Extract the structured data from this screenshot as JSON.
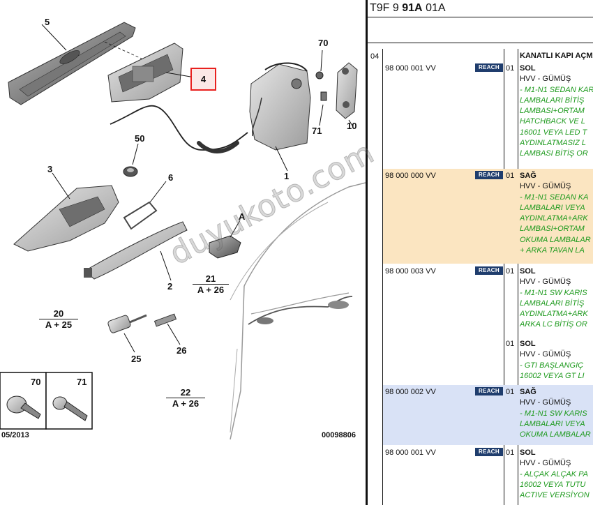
{
  "diagram": {
    "callouts": [
      "5",
      "4",
      "70",
      "10",
      "71",
      "1",
      "50",
      "3",
      "6",
      "A",
      "2",
      "25",
      "26"
    ],
    "groups": [
      {
        "top": "21",
        "bot": "A + 26"
      },
      {
        "top": "20",
        "bot": "A + 25"
      },
      {
        "top": "22",
        "bot": "A + 26"
      }
    ],
    "screws": [
      "70",
      "71"
    ],
    "date": "05/2013",
    "drawing_no": "00098806",
    "watermark": "duyukoto.com"
  },
  "panel": {
    "header_pre": "T9F 9",
    "header_bold": "91A",
    "header_post": "01A",
    "level": "04",
    "title": "KANATLI KAPI AÇMA",
    "rows": [
      {
        "part_no": "98 000 001 VV",
        "badge": "REACH",
        "qty": "01",
        "side": "SOL",
        "color": "HVV - GÜMÜŞ",
        "notes": [
          "- M1-N1 SEDAN KAR",
          "LAMBALARI BİTİŞ",
          "LAMBASI+ORTAM",
          "HATCHBACK VE L",
          "16001 VEYA LED T",
          "AYDINLATMASIZ L",
          "LAMBASI BİTİŞ OR"
        ]
      },
      {
        "part_no": "98 000 000 VV",
        "badge": "REACH",
        "qty": "01",
        "side": "SAĞ",
        "color": "HVV - GÜMÜŞ",
        "notes": [
          "- M1-N1 SEDAN KA",
          "LAMBALARI VEYA",
          "AYDINLATMA+ARK",
          "LAMBASI+ORTAM",
          "OKUMA LAMBALAR",
          "+ ARKA TAVAN LA"
        ]
      },
      {
        "part_no": "98 000 003 VV",
        "badge": "REACH",
        "qty": "01",
        "side": "SOL",
        "color": "HVV - GÜMÜŞ",
        "notes": [
          "- M1-N1 SW KARIS",
          "LAMBALARI BİTİŞ",
          "AYDINLATMA+ARK",
          "ARKA LC BİTİŞ OR"
        ]
      },
      {
        "part_no": "",
        "badge": "",
        "qty": "01",
        "side": "SOL",
        "color": "HVV - GÜMÜŞ",
        "notes": [
          "- GTI BAŞLANGIÇ",
          "16002 VEYA GT LI"
        ]
      },
      {
        "part_no": "98 000 002 VV",
        "badge": "REACH",
        "qty": "01",
        "side": "SAĞ",
        "color": "HVV - GÜMÜŞ",
        "notes": [
          "- M1-N1 SW KARIS",
          "LAMBALARI VEYA",
          "OKUMA LAMBALAR"
        ]
      },
      {
        "part_no": "98 000 001 VV",
        "badge": "REACH",
        "qty": "01",
        "side": "SOL",
        "color": "HVV - GÜMÜŞ",
        "notes": [
          "- ALÇAK ALÇAK PA",
          "16002 VEYA TUTU",
          "ACTIVE VERSİYON"
        ]
      }
    ]
  }
}
